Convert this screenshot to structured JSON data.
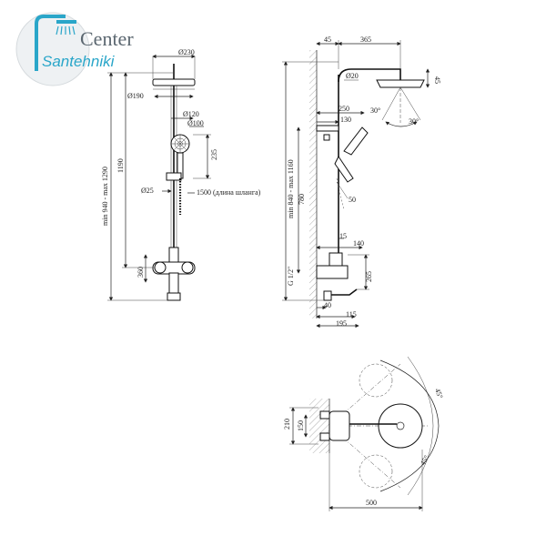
{
  "logo": {
    "line1": "Center",
    "line2": "Santehniki",
    "brand_color": "#2aa6c9",
    "text_color": "#5b6770",
    "icon": "shower-logo-icon"
  },
  "front_view": {
    "d230": "Ø230",
    "d190": "Ø190",
    "d120": "Ø120",
    "d100": "Ø100",
    "d25": "Ø25",
    "h235": "235",
    "h1190": "1190",
    "h360": "360",
    "range": "min 940 - max 1290",
    "hose": "1500 (длина шланга)"
  },
  "side_view": {
    "w45": "45",
    "w365": "365",
    "d20": "Ø20",
    "h45": "45",
    "a30a": "30°",
    "a30b": "30°",
    "w250": "250",
    "w130": "130",
    "range": "min 840 - max 1160",
    "h780": "780",
    "d50": "50",
    "w15": "15",
    "w140": "140",
    "thread": "G 1/2\"",
    "h265": "265",
    "w40": "40",
    "w115": "115",
    "w195": "195"
  },
  "top_view": {
    "h210": "210",
    "h150": "150",
    "a45a": "45°",
    "a45b": "45°",
    "w500": "500"
  }
}
